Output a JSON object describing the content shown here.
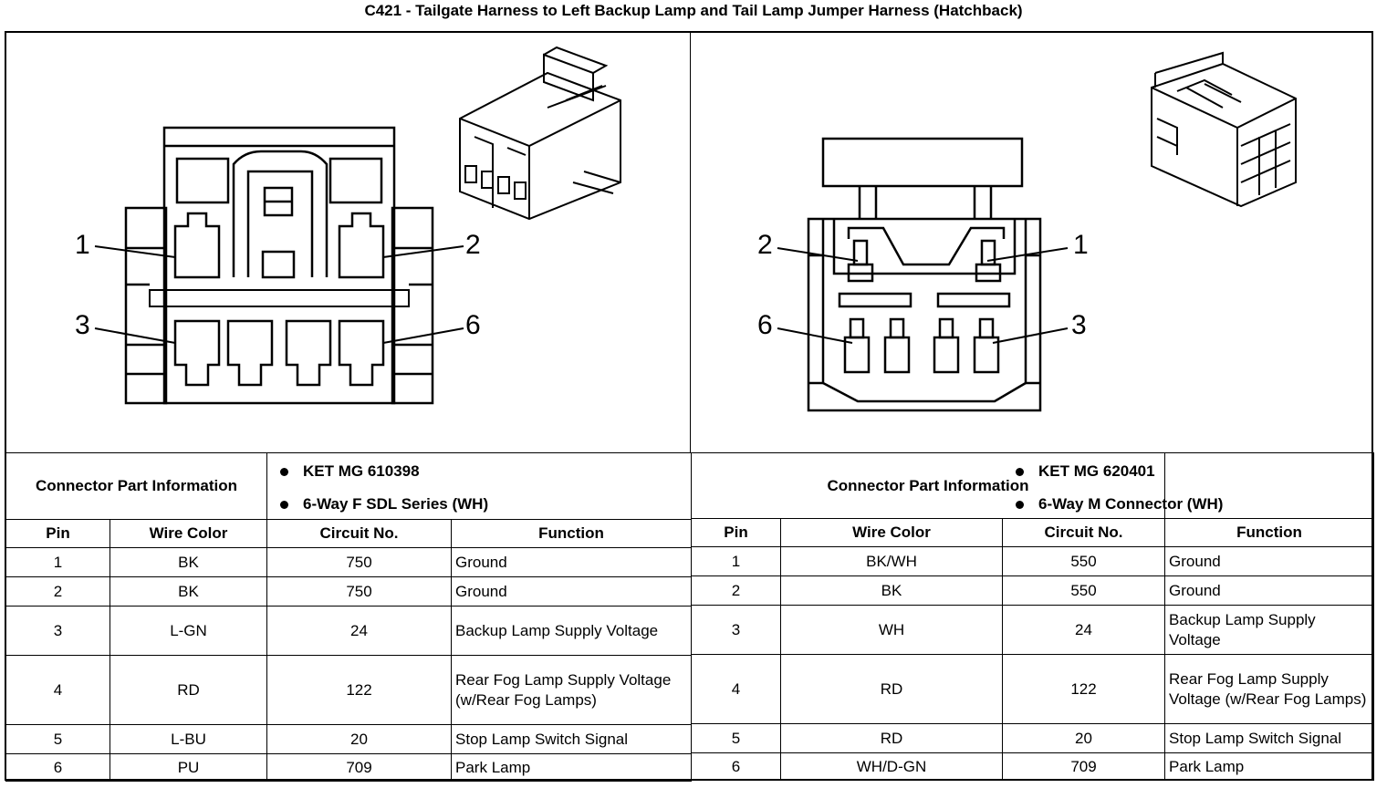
{
  "title": "C421 - Tailgate Harness to Left Backup Lamp and Tail Lamp Jumper Harness (Hatchback)",
  "left": {
    "pin_labels": [
      "1",
      "2",
      "3",
      "6"
    ],
    "connector_info_label": "Connector Part Information",
    "part_info": [
      "KET MG 610398",
      "6-Way F SDL Series (WH)"
    ],
    "headers": [
      "Pin",
      "Wire Color",
      "Circuit No.",
      "Function"
    ],
    "rows": [
      [
        "1",
        "BK",
        "750",
        "Ground"
      ],
      [
        "2",
        "BK",
        "750",
        "Ground"
      ],
      [
        "3",
        "L-GN",
        "24",
        "Backup Lamp Supply Voltage"
      ],
      [
        "4",
        "RD",
        "122",
        "Rear Fog Lamp Supply Voltage (w/Rear Fog Lamps)"
      ],
      [
        "5",
        "L-BU",
        "20",
        "Stop Lamp Switch Signal"
      ],
      [
        "6",
        "PU",
        "709",
        "Park Lamp"
      ]
    ]
  },
  "right": {
    "pin_labels": [
      "2",
      "1",
      "6",
      "3"
    ],
    "connector_info_label": "Connector Part Information",
    "part_info": [
      "KET MG 620401",
      "6-Way M Connector (WH)"
    ],
    "headers": [
      "Pin",
      "Wire Color",
      "Circuit No.",
      "Function"
    ],
    "rows": [
      [
        "1",
        "BK/WH",
        "550",
        "Ground"
      ],
      [
        "2",
        "BK",
        "550",
        "Ground"
      ],
      [
        "3",
        "WH",
        "24",
        "Backup Lamp Supply Voltage"
      ],
      [
        "4",
        "RD",
        "122",
        "Rear Fog Lamp Supply Voltage (w/Rear Fog Lamps)"
      ],
      [
        "5",
        "RD",
        "20",
        "Stop Lamp Switch Signal"
      ],
      [
        "6",
        "WH/D-GN",
        "709",
        "Park Lamp"
      ]
    ]
  }
}
